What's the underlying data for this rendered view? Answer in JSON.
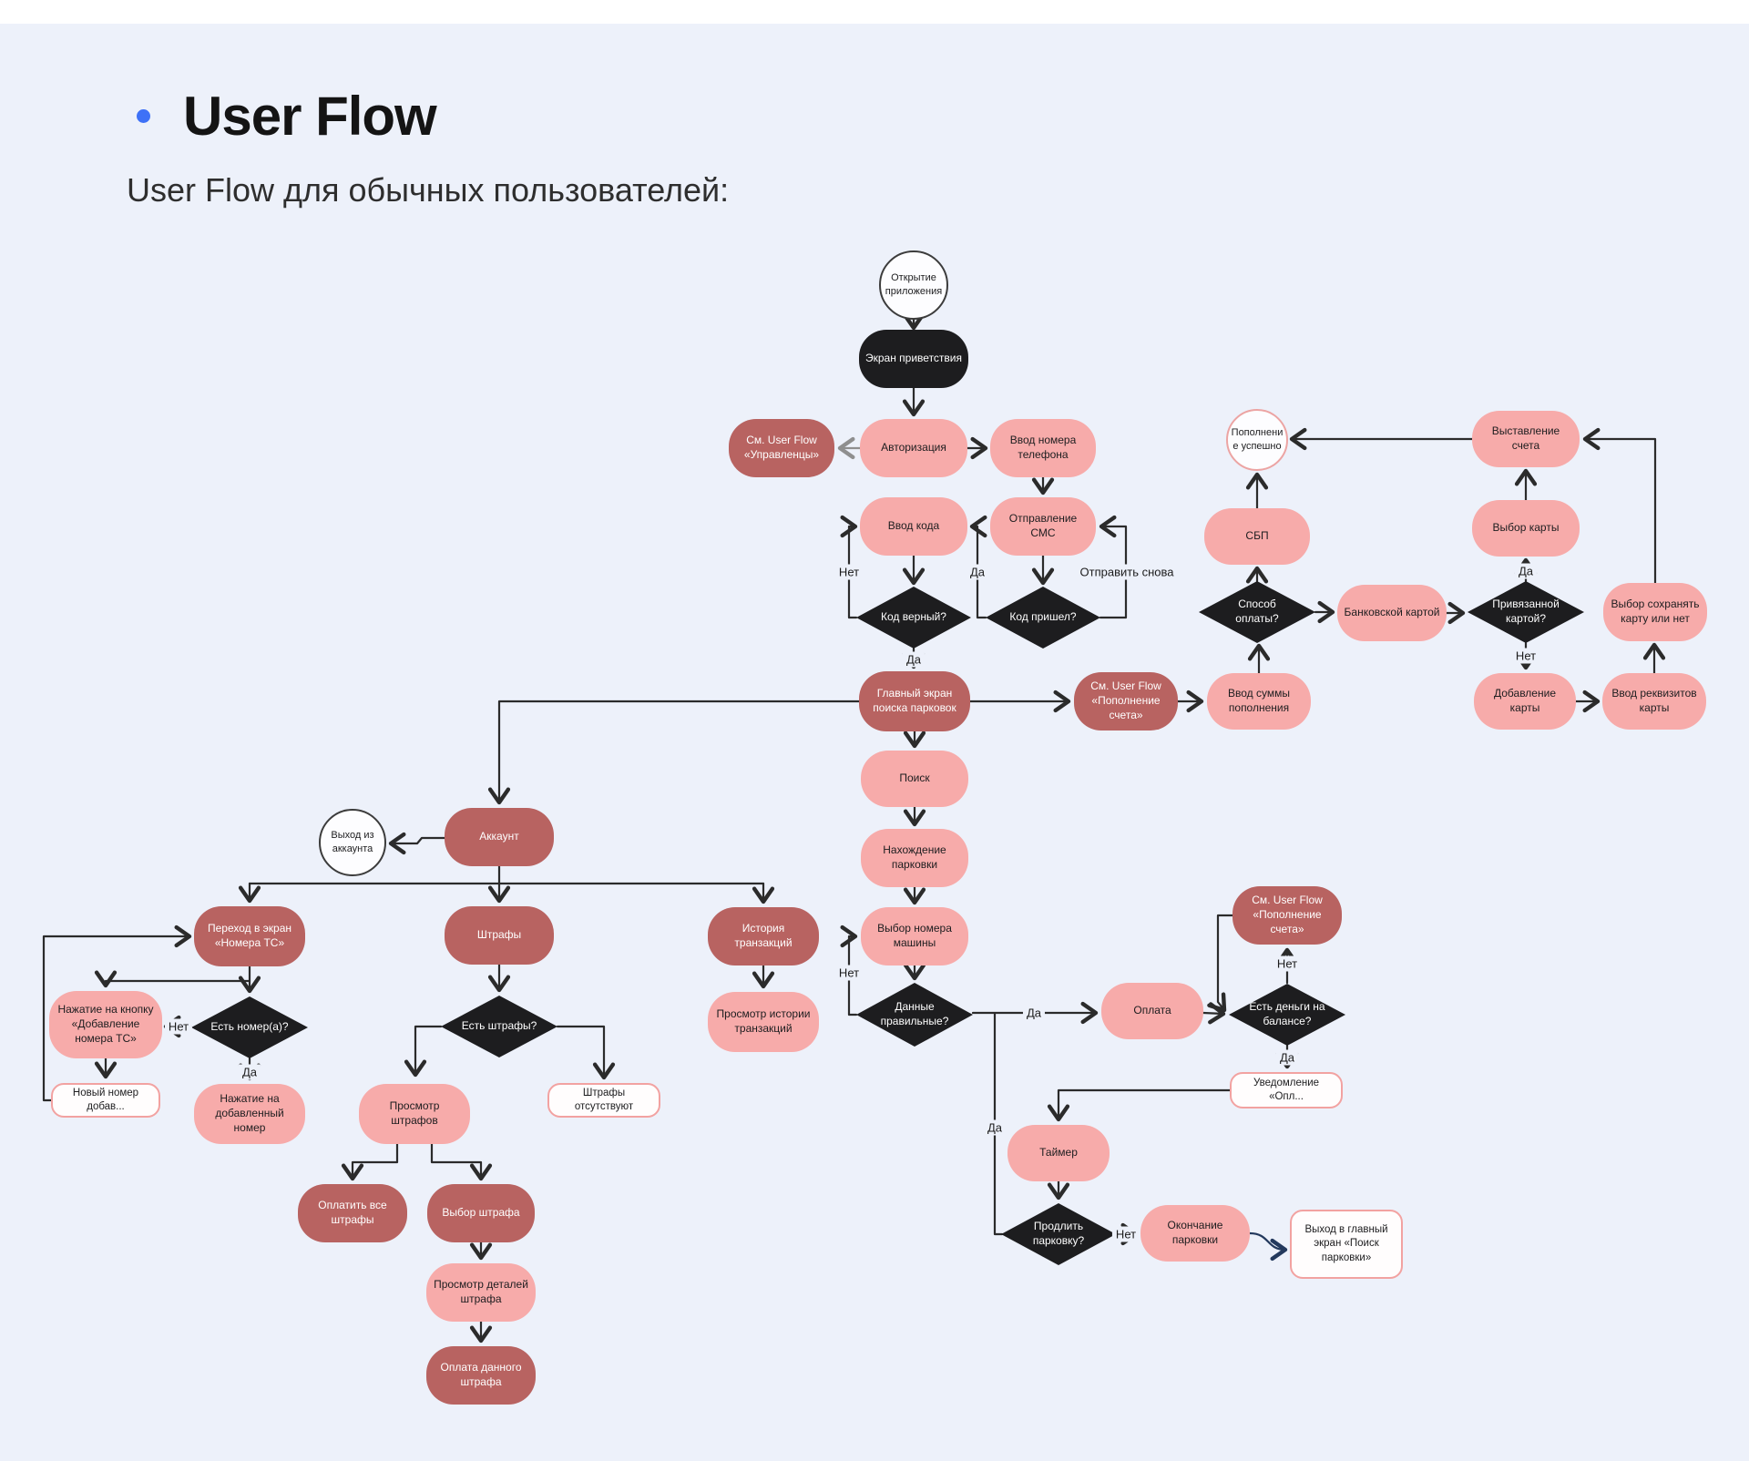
{
  "page": {
    "title": "User Flow",
    "subtitle": "User Flow для обычных пользователей:",
    "background_color": "#edf1fa",
    "bullet_color": "#3e71f7"
  },
  "flowchart": {
    "colors": {
      "action_pink": "#f7abaa",
      "screen_dark_red": "#b86361",
      "terminator_black": "#1d1d1f",
      "decision_black": "#1d1d1f",
      "outcome_border_pink": "#f2a2a1",
      "wire_dark": "#2b2b2b",
      "wire_gray": "#8f8f8f",
      "wire_navy": "#23395d"
    },
    "nodes": [
      {
        "id": "open-app",
        "type": "circle",
        "label": "Открытие приложения"
      },
      {
        "id": "welcome",
        "type": "terminator",
        "label": "Экран приветствия"
      },
      {
        "id": "see-managers",
        "type": "screen",
        "label": "См. User Flow «Управленцы»"
      },
      {
        "id": "auth",
        "type": "action",
        "label": "Авторизация"
      },
      {
        "id": "phone",
        "type": "action",
        "label": "Ввод номера телефона"
      },
      {
        "id": "code",
        "type": "action",
        "label": "Ввод кода"
      },
      {
        "id": "sms",
        "type": "action",
        "label": "Отправление СМС"
      },
      {
        "id": "code-ok",
        "type": "decision",
        "label": "Код верный?"
      },
      {
        "id": "code-rcv",
        "type": "decision",
        "label": "Код пришел?"
      },
      {
        "id": "topup-ok",
        "type": "circle",
        "label": "Пополнение успешно"
      },
      {
        "id": "sbp",
        "type": "action",
        "label": "СБП"
      },
      {
        "id": "pay-method",
        "type": "decision",
        "label": "Способ оплаты?"
      },
      {
        "id": "bank-card",
        "type": "action",
        "label": "Банковской картой"
      },
      {
        "id": "invoice",
        "type": "action",
        "label": "Выставление счета"
      },
      {
        "id": "pick-card",
        "type": "action",
        "label": "Выбор карты"
      },
      {
        "id": "linked-card",
        "type": "decision",
        "label": "Привязанной картой?"
      },
      {
        "id": "save-card",
        "type": "action",
        "label": "Выбор сохранять карту или нет"
      },
      {
        "id": "add-card",
        "type": "action",
        "label": "Добавление карты"
      },
      {
        "id": "card-req",
        "type": "action",
        "label": "Ввод реквизитов карты"
      },
      {
        "id": "topup-sum",
        "type": "action",
        "label": "Ввод суммы пополнения"
      },
      {
        "id": "see-topup-1",
        "type": "screen",
        "label": "См. User Flow «Пополнение счета»"
      },
      {
        "id": "main",
        "type": "screen",
        "label": "Главный экран поиска парковок"
      },
      {
        "id": "search",
        "type": "action",
        "label": "Поиск"
      },
      {
        "id": "find",
        "type": "action",
        "label": "Нахождение парковки"
      },
      {
        "id": "car-num",
        "type": "action",
        "label": "Выбор номера машины"
      },
      {
        "id": "data-ok",
        "type": "decision",
        "label": "Данные правильные?"
      },
      {
        "id": "pay",
        "type": "action",
        "label": "Оплата"
      },
      {
        "id": "balance",
        "type": "decision",
        "label": "Есть деньги на балансе?"
      },
      {
        "id": "see-topup-2",
        "type": "screen",
        "label": "См. User Flow «Пополнение счета»"
      },
      {
        "id": "notif",
        "type": "outcome",
        "label": "Уведомление «Опл..."
      },
      {
        "id": "timer",
        "type": "action",
        "label": "Таймер"
      },
      {
        "id": "prolong",
        "type": "decision",
        "label": "Продлить парковку?"
      },
      {
        "id": "end-park",
        "type": "action",
        "label": "Окончание парковки"
      },
      {
        "id": "exit-main",
        "type": "outcome",
        "label": "Выход в главный экран «Поиск парковки»"
      },
      {
        "id": "logout",
        "type": "circle",
        "label": "Выход из аккаунта"
      },
      {
        "id": "account",
        "type": "screen",
        "label": "Аккаунт"
      },
      {
        "id": "vehicle",
        "type": "screen",
        "label": "Переход в экран «Номера ТС»"
      },
      {
        "id": "fines",
        "type": "screen",
        "label": "Штрафы"
      },
      {
        "id": "history",
        "type": "screen",
        "label": "История транзакций"
      },
      {
        "id": "add-num-btn",
        "type": "action",
        "label": "Нажатие на кнопку «Добавление номера ТС»"
      },
      {
        "id": "has-num",
        "type": "decision",
        "label": "Есть номер(а)?"
      },
      {
        "id": "num-added",
        "type": "outcome",
        "label": "Новый номер добав..."
      },
      {
        "id": "tap-num",
        "type": "action",
        "label": "Нажатие на добавленный номер"
      },
      {
        "id": "has-fines",
        "type": "decision",
        "label": "Есть штрафы?"
      },
      {
        "id": "view-fines",
        "type": "action",
        "label": "Просмотр штрафов"
      },
      {
        "id": "no-fines",
        "type": "outcome",
        "label": "Штрафы отсутствуют"
      },
      {
        "id": "pay-all",
        "type": "screen",
        "label": "Оплатить все штрафы"
      },
      {
        "id": "pick-fine",
        "type": "screen",
        "label": "Выбор штрафа"
      },
      {
        "id": "fine-details",
        "type": "action",
        "label": "Просмотр деталей штрафа"
      },
      {
        "id": "pay-fine",
        "type": "screen",
        "label": "Оплата данного штрафа"
      },
      {
        "id": "view-history",
        "type": "action",
        "label": "Просмотр истории транзакций"
      }
    ],
    "edge_labels": [
      {
        "id": "no1",
        "text": "Нет"
      },
      {
        "id": "da1",
        "text": "Да"
      },
      {
        "id": "resend",
        "text": "Отправить снова"
      },
      {
        "id": "da2",
        "text": "Да"
      },
      {
        "id": "da3",
        "text": "Да"
      },
      {
        "id": "no2",
        "text": "Нет"
      },
      {
        "id": "no3",
        "text": "Нет"
      },
      {
        "id": "da4",
        "text": "Да"
      },
      {
        "id": "no4",
        "text": "Нет"
      },
      {
        "id": "da5",
        "text": "Да"
      },
      {
        "id": "da6",
        "text": "Да"
      },
      {
        "id": "no5",
        "text": "Нет"
      },
      {
        "id": "da7",
        "text": "Да"
      },
      {
        "id": "no6",
        "text": "Нет"
      }
    ]
  }
}
